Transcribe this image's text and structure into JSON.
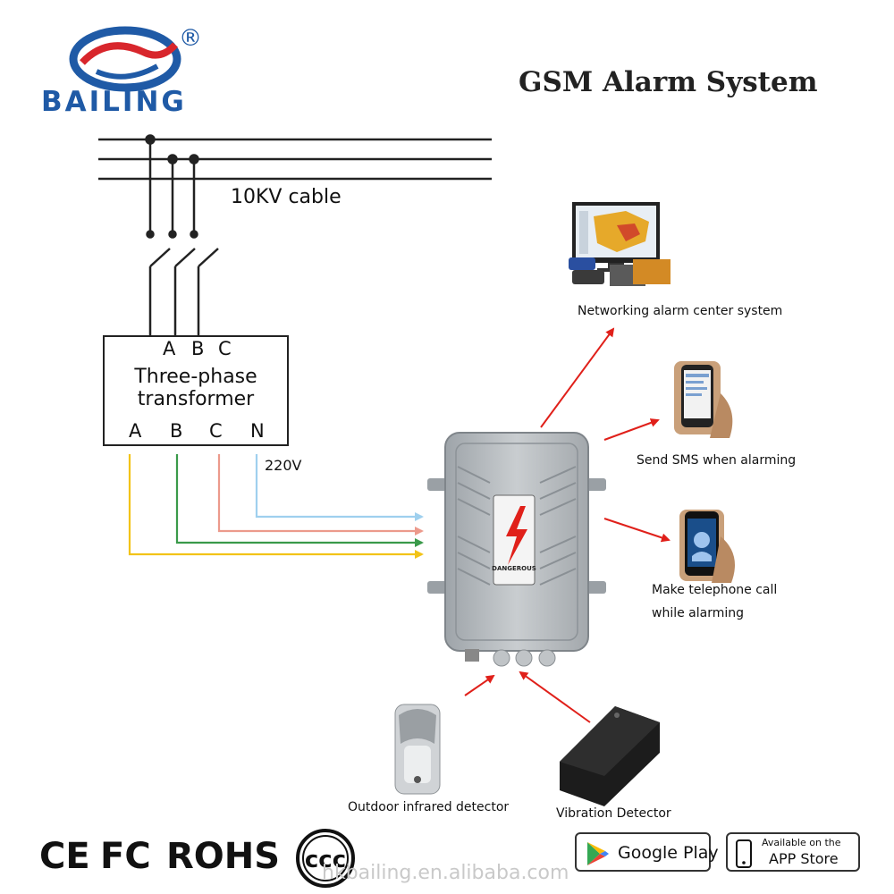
{
  "brand": {
    "name": "BAILING",
    "registered": "®"
  },
  "title": "GSM Alarm System",
  "cable": {
    "label": "10KV cable"
  },
  "transformer": {
    "inputs": [
      "A",
      "B",
      "C"
    ],
    "name_line1": "Three-phase",
    "name_line2": "transformer",
    "outputs": [
      "A",
      "B",
      "C",
      "N"
    ]
  },
  "voltage": "220V",
  "device": {
    "label": "DANGEROUS"
  },
  "outputs": {
    "network": "Networking alarm center system",
    "sms": "Send SMS when alarming",
    "call_line1": "Make telephone call",
    "call_line2": "while alarming"
  },
  "inputs": {
    "infrared": "Outdoor infrared detector",
    "vibration": "Vibration Detector"
  },
  "certifications": [
    "CE",
    "FC",
    "ROHS",
    "CCC"
  ],
  "stores": {
    "google": "Google Play",
    "apple_line1": "Available on the",
    "apple_line2": "APP Store"
  },
  "watermark": "hkbailing.en.alibaba.com",
  "colors": {
    "brand_blue": "#1f5aa6",
    "brand_red": "#d8262c",
    "phase_a": "#f2c318",
    "phase_b": "#3a9a4a",
    "phase_c": "#ec9a8c",
    "neutral": "#9fd0ee",
    "arrow_red": "#e0201a",
    "enclosure": "#b3b8bc"
  },
  "icons": [
    "bailing-logo-icon",
    "lightning-icon",
    "computer-icon",
    "phone-icon",
    "infrared-detector-icon",
    "vibration-detector-icon",
    "play-store-icon",
    "apple-icon"
  ]
}
